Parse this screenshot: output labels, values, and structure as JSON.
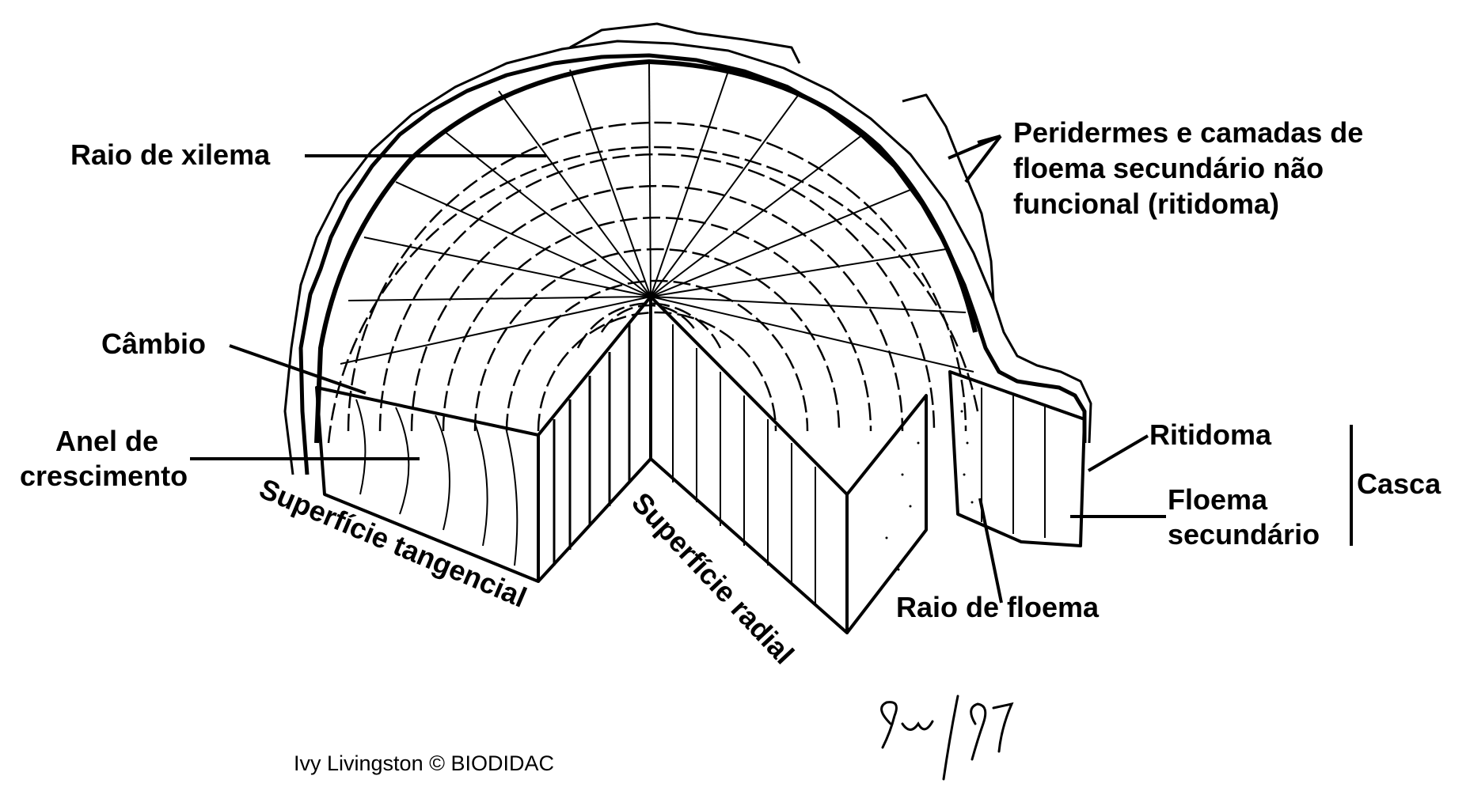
{
  "labels": {
    "raio_xilema": "Raio de xilema",
    "cambio": "Câmbio",
    "anel_line1": "Anel de",
    "anel_line2": "crescimento",
    "peridermes_line1": "Peridermes e camadas de",
    "peridermes_line2": "floema secundário não",
    "peridermes_line3": "funcional (ritidoma)",
    "ritidoma": "Ritidoma",
    "floema_line1": "Floema",
    "floema_line2": "secundário",
    "casca": "Casca",
    "raio_floema": "Raio de floema",
    "sup_tangencial": "Superfície tangencial",
    "sup_radial": "Superfície radial"
  },
  "credit": "Ivy Livingston © BIODIDAC",
  "signature": "9w/97",
  "colors": {
    "ink": "#000000",
    "paper": "#ffffff"
  }
}
